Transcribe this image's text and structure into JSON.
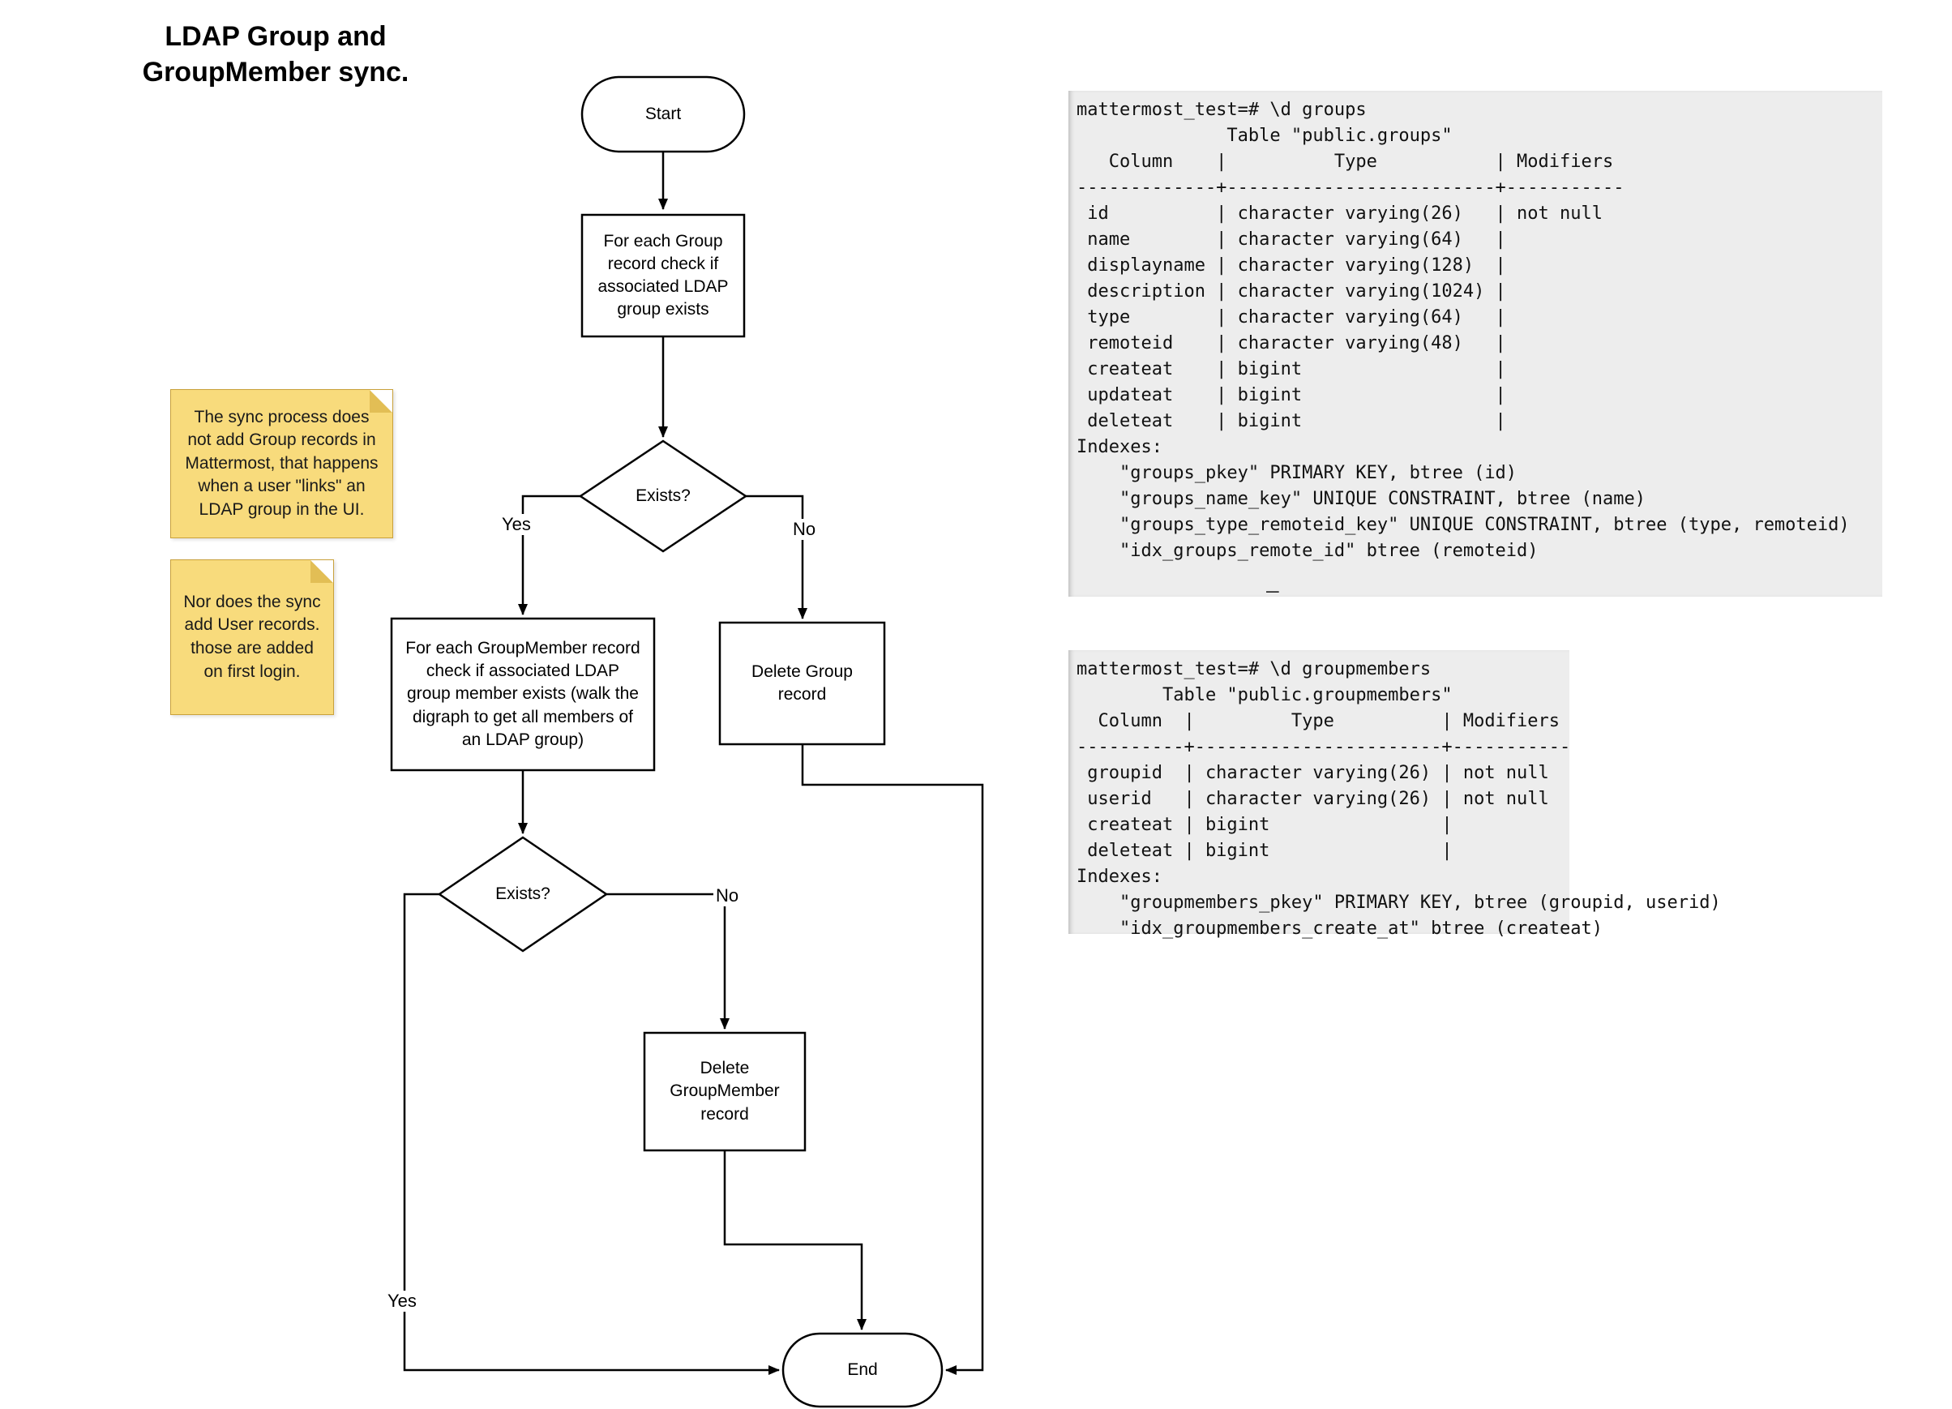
{
  "title": "LDAP Group and\nGroupMember sync.",
  "flowchart": {
    "nodes": {
      "start": "Start",
      "check_group": "For each Group\nrecord check if\nassociated LDAP\ngroup exists",
      "exists_group": "Exists?",
      "check_member": "For each GroupMember record\ncheck if associated LDAP\ngroup member exists (walk the\ndigraph to get all members of\nan LDAP group)",
      "delete_group": "Delete Group\nrecord",
      "exists_member": "Exists?",
      "delete_member": "Delete\nGroupMember\nrecord",
      "end": "End"
    },
    "edge_labels": {
      "group_yes": "Yes",
      "group_no": "No",
      "member_yes": "Yes",
      "member_no": "No"
    }
  },
  "notes": {
    "group_note": "The sync process does\nnot add Group records in\nMattermost, that happens\nwhen a user \"links\" an\nLDAP group in the UI.",
    "user_note": "Nor does the sync\nadd User records.\nthose are added\non first login."
  },
  "terminals": {
    "groups_table": "mattermost_test=# \\d groups\n              Table \"public.groups\"\n   Column    |          Type           | Modifiers \n-------------+-------------------------+-----------\n id          | character varying(26)   | not null\n name        | character varying(64)   | \n displayname | character varying(128)  | \n description | character varying(1024) | \n type        | character varying(64)   | \n remoteid    | character varying(48)   | \n createat    | bigint                  | \n updateat    | bigint                  | \n deleteat    | bigint                  | \nIndexes:\n    \"groups_pkey\" PRIMARY KEY, btree (id)\n    \"groups_name_key\" UNIQUE CONSTRAINT, btree (name)\n    \"groups_type_remoteid_key\" UNIQUE CONSTRAINT, btree (type, remoteid)\n    \"idx_groups_remote_id\" btree (remoteid)",
    "groupmembers_table": "mattermost_test=# \\d groupmembers\n        Table \"public.groupmembers\"\n  Column  |         Type          | Modifiers \n----------+-----------------------+-----------\n groupid  | character varying(26) | not null\n userid   | character varying(26) | not null\n createat | bigint                | \n deleteat | bigint                | \nIndexes:\n    \"groupmembers_pkey\" PRIMARY KEY, btree (groupid, userid)\n    \"idx_groupmembers_create_at\" btree (createat)",
    "dash": "–"
  },
  "colors": {
    "note_fill": "#F8DB7C",
    "note_fold": "#E2BE55",
    "terminal_bg": "#EDEDED",
    "stroke": "#000000"
  }
}
